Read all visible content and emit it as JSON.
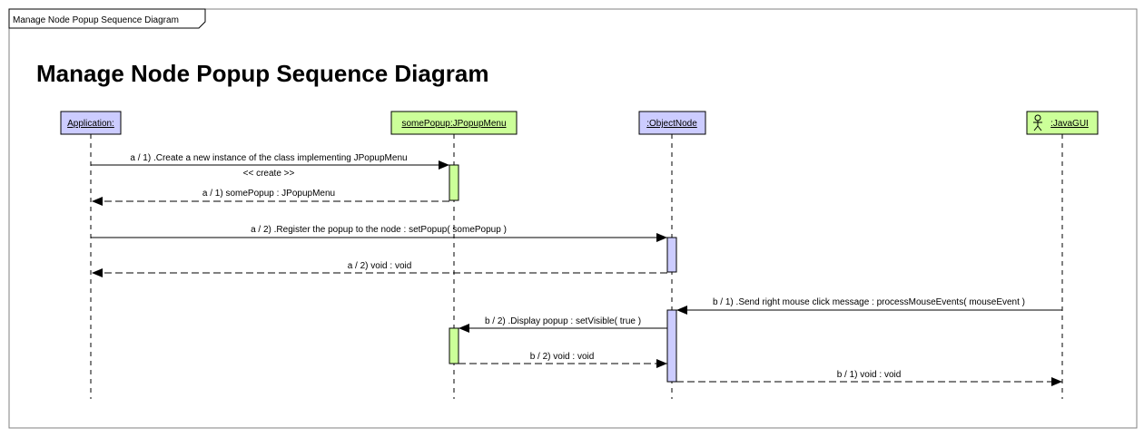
{
  "frame": {
    "tab_title": "Manage Node Popup Sequence Diagram",
    "title": "Manage Node Popup Sequence Diagram"
  },
  "lifelines": [
    {
      "id": "app",
      "label": "Application:",
      "fill": "#ccccff"
    },
    {
      "id": "popup",
      "label": "somePopup:JPopupMenu",
      "fill": "#ccff99"
    },
    {
      "id": "node",
      "label": ":ObjectNode",
      "fill": "#ccccff"
    },
    {
      "id": "gui",
      "label": ":JavaGUI",
      "fill": "#ccff99",
      "icon": "actor-icon"
    }
  ],
  "messages": [
    {
      "id": "m1",
      "label": "a / 1) .Create a new instance of the class implementing JPopupMenu",
      "stereotype": "<< create >>",
      "from": "app",
      "to": "popup",
      "kind": "sync"
    },
    {
      "id": "m1r",
      "label": "a / 1) somePopup : JPopupMenu",
      "from": "popup",
      "to": "app",
      "kind": "return"
    },
    {
      "id": "m2",
      "label": "a / 2) .Register the popup to the node : setPopup( somePopup )",
      "from": "app",
      "to": "node",
      "kind": "sync"
    },
    {
      "id": "m2r",
      "label": "a / 2) void : void",
      "from": "node",
      "to": "app",
      "kind": "return"
    },
    {
      "id": "m3",
      "label": "b / 1) .Send right mouse click message : processMouseEvents( mouseEvent )",
      "from": "gui",
      "to": "node",
      "kind": "sync"
    },
    {
      "id": "m4",
      "label": "b / 2) .Display popup : setVisible( true )",
      "from": "node",
      "to": "popup",
      "kind": "sync"
    },
    {
      "id": "m4r",
      "label": "b / 2) void : void",
      "from": "popup",
      "to": "node",
      "kind": "return"
    },
    {
      "id": "m3r",
      "label": "b / 1) void : void",
      "from": "node",
      "to": "gui",
      "kind": "return"
    }
  ],
  "colors": {
    "lavender": "#ccccff",
    "lime": "#ccff99",
    "frame_border": "#808080",
    "line": "#000000"
  }
}
